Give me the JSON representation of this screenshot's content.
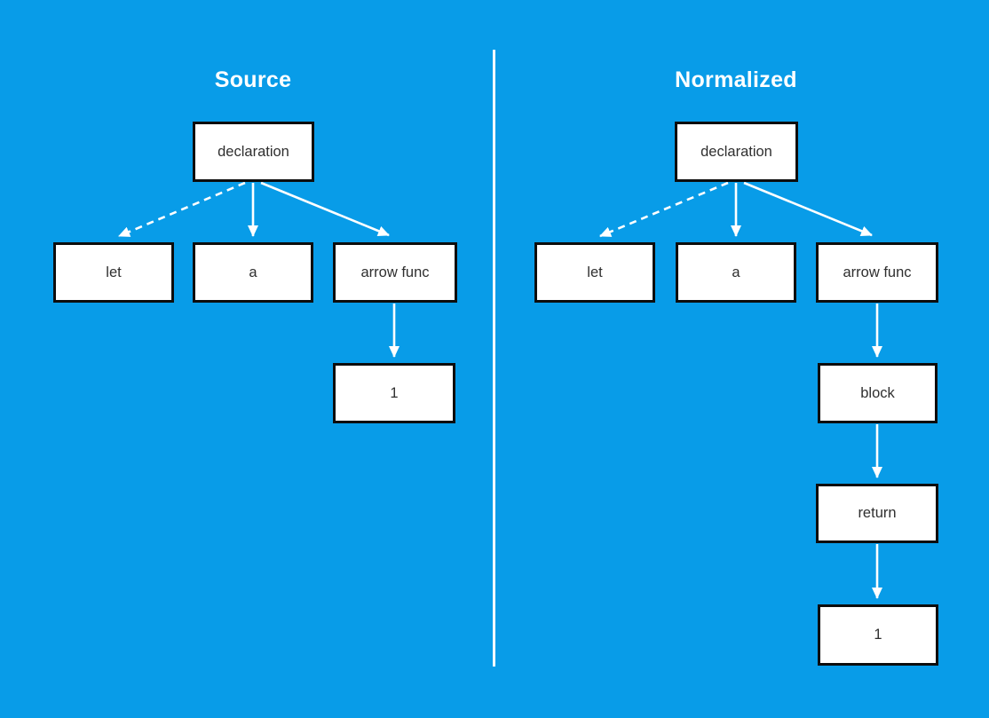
{
  "diagram": {
    "description": "AST comparison diagram with two trees separated by a vertical divider",
    "panels": {
      "source": {
        "title": "Source",
        "nodes": [
          {
            "id": "declaration",
            "label": "declaration"
          },
          {
            "id": "let",
            "label": "let"
          },
          {
            "id": "a",
            "label": "a"
          },
          {
            "id": "arrow-func",
            "label": "arrow func"
          },
          {
            "id": "one",
            "label": "1"
          }
        ],
        "edges": [
          {
            "from": "declaration",
            "to": "let",
            "style": "dashed",
            "arrowhead": "triangle"
          },
          {
            "from": "declaration",
            "to": "a",
            "style": "solid",
            "arrowhead": "triangle"
          },
          {
            "from": "declaration",
            "to": "arrow-func",
            "style": "solid",
            "arrowhead": "triangle"
          },
          {
            "from": "arrow-func",
            "to": "one",
            "style": "solid",
            "arrowhead": "triangle"
          }
        ]
      },
      "normalized": {
        "title": "Normalized",
        "nodes": [
          {
            "id": "declaration",
            "label": "declaration"
          },
          {
            "id": "let",
            "label": "let"
          },
          {
            "id": "a",
            "label": "a"
          },
          {
            "id": "arrow-func",
            "label": "arrow func"
          },
          {
            "id": "block",
            "label": "block"
          },
          {
            "id": "return",
            "label": "return"
          },
          {
            "id": "one",
            "label": "1"
          }
        ],
        "edges": [
          {
            "from": "declaration",
            "to": "let",
            "style": "dashed",
            "arrowhead": "triangle"
          },
          {
            "from": "declaration",
            "to": "a",
            "style": "solid",
            "arrowhead": "triangle"
          },
          {
            "from": "declaration",
            "to": "arrow-func",
            "style": "solid",
            "arrowhead": "triangle"
          },
          {
            "from": "arrow-func",
            "to": "block",
            "style": "solid",
            "arrowhead": "triangle"
          },
          {
            "from": "block",
            "to": "return",
            "style": "solid",
            "arrowhead": "triangle"
          },
          {
            "from": "return",
            "to": "one",
            "style": "solid",
            "arrowhead": "triangle"
          }
        ]
      }
    },
    "colors": {
      "background": "#089ce8",
      "node_fill": "#ffffff",
      "node_border": "#0d0d0d",
      "node_text": "#2f2f2f",
      "edge": "#ffffff",
      "title_text": "#ffffff",
      "divider": "#ffffff"
    }
  }
}
